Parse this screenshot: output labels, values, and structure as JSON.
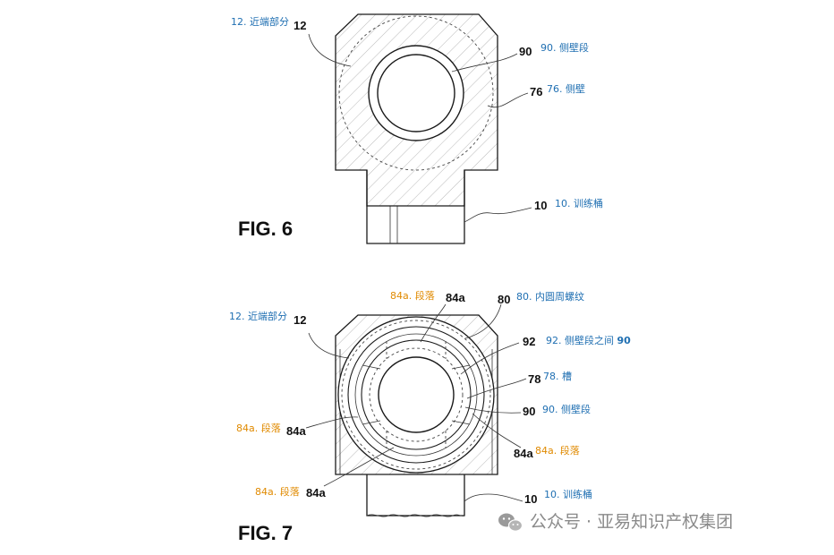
{
  "figures": {
    "fig6": {
      "caption": "FIG. 6",
      "refs": {
        "r12": "12",
        "r90": "90",
        "r76": "76",
        "r10": "10"
      },
      "annotations": {
        "a12": "12. 近端部分",
        "a90": "90. 侧壁段",
        "a76": "76. 侧壁",
        "a10": "10. 训练桶"
      }
    },
    "fig7": {
      "caption": "FIG. 7",
      "refs": {
        "r84a_top": "84a",
        "r80": "80",
        "r12": "12",
        "r92": "92",
        "r78": "78",
        "r90": "90",
        "r84a_left": "84a",
        "r84a_right": "84a",
        "r84a_bottom": "84a",
        "r10": "10"
      },
      "annotations": {
        "a84a_top": "84a. 段落",
        "a80": "80. 内圆周螺纹",
        "a12": "12. 近端部分",
        "a92_prefix": "92. 侧壁段之间 ",
        "a92_ref": "90",
        "a78": "78. 槽",
        "a90": "90. 侧壁段",
        "a84a_left": "84a. 段落",
        "a84a_right": "84a. 段落",
        "a84a_bottom": "84a. 段落",
        "a10": "10. 训练桶"
      }
    }
  },
  "colors": {
    "annotation_blue": "#1f6fb2",
    "annotation_orange": "#e08a00",
    "watermark_gray": "#8a8a8a"
  },
  "watermark": {
    "icon": "wechat-icon",
    "text": "公众号 · 亚易知识产权集团"
  }
}
